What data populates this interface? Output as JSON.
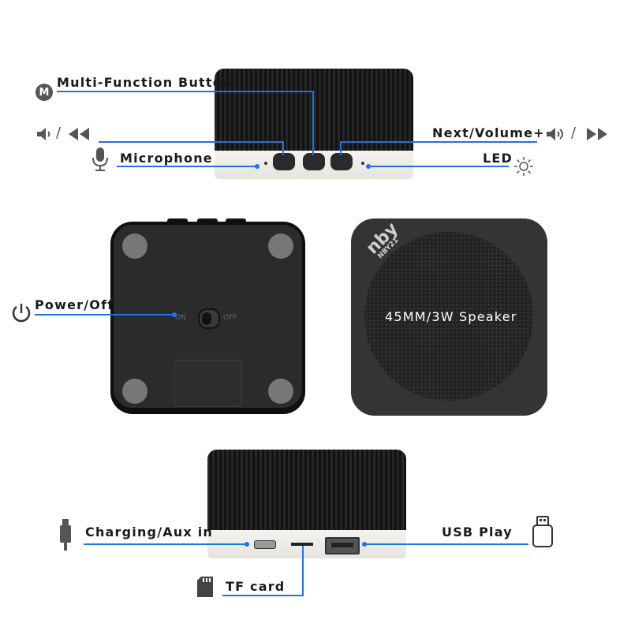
{
  "labels": {
    "multi_function": "Multi-Function Button",
    "prev_volume": "🔉/⏪",
    "next_volume": "Next/Volume+",
    "next_volume_icons": "🔊 / ⏩",
    "microphone": "Microphone",
    "led": "LED",
    "power": "Power/Off",
    "speaker": "45MM/3W Speaker",
    "charging": "Charging/Aux in",
    "usb": "USB Play",
    "tf": "TF card"
  },
  "device": {
    "brand": "nby",
    "model": "NBY21",
    "switch_on": "ON",
    "switch_off": "OFF",
    "m_badge": "M"
  },
  "colors": {
    "accent": "#1a73e8",
    "body": "#1e1e1e",
    "base": "#efeeea",
    "text": "#1a1a1a"
  },
  "icons": [
    "m-badge-icon",
    "volume-down-icon",
    "rewind-icon",
    "volume-up-icon",
    "fast-forward-icon",
    "microphone-icon",
    "sun-icon",
    "power-icon",
    "usb-plug-icon",
    "sd-card-icon",
    "usb-drive-icon"
  ]
}
